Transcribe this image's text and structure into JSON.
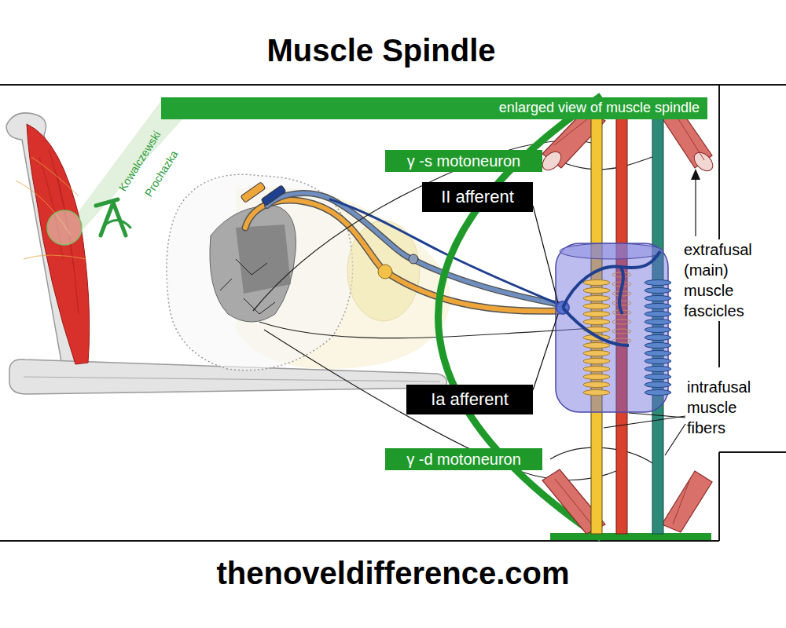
{
  "diagram": {
    "title": "Muscle Spindle",
    "caption": "thenoveldifference.com",
    "nodes": [
      {
        "text": [
          "enlarged view of muscle spindle"
        ]
      },
      {
        "text": [
          "γ -s motoneuron"
        ]
      },
      {
        "text": [
          "II afferent"
        ]
      },
      {
        "text": [
          "Ia afferent"
        ]
      },
      {
        "text": [
          "γ -d motoneuron"
        ]
      }
    ],
    "labels": [
      "extrafusal (main) muscle fascicles",
      "intrafusal muscle fibers",
      "Kowalczewski",
      "Prochazka"
    ]
  }
}
